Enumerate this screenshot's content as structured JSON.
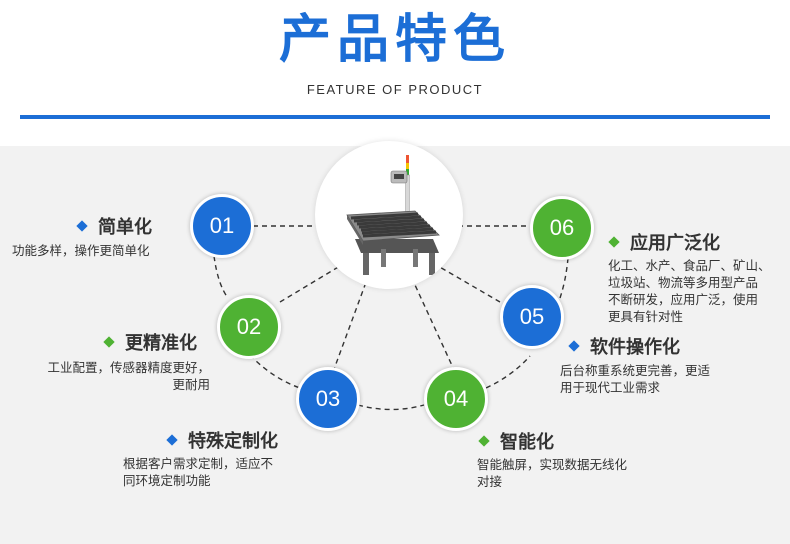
{
  "header": {
    "title": "产品特色",
    "subtitle": "FEATURE OF PRODUCT"
  },
  "colors": {
    "blue": "#1c6ed6",
    "green": "#4fb233",
    "panel": "#f2f2f2"
  },
  "features": [
    {
      "num": "01",
      "title": "简单化",
      "desc": [
        "功能多样，操作更简单化"
      ]
    },
    {
      "num": "02",
      "title": "更精准化",
      "desc": [
        "工业配置，传感器精度更好，",
        "更耐用"
      ]
    },
    {
      "num": "03",
      "title": "特殊定制化",
      "desc": [
        "根据客户需求定制，适应不",
        "同环境定制功能"
      ]
    },
    {
      "num": "04",
      "title": "智能化",
      "desc": [
        "智能触屏，实现数据无线化",
        "对接"
      ]
    },
    {
      "num": "05",
      "title": "软件操作化",
      "desc": [
        "后台称重系统更完善，更适",
        "用于现代工业需求"
      ]
    },
    {
      "num": "06",
      "title": "应用广泛化",
      "desc": [
        "化工、水产、食品厂、矿山、",
        "垃圾站、物流等多用型产品",
        "不断研发，应用广泛，使用",
        "更具有针对性"
      ]
    }
  ]
}
